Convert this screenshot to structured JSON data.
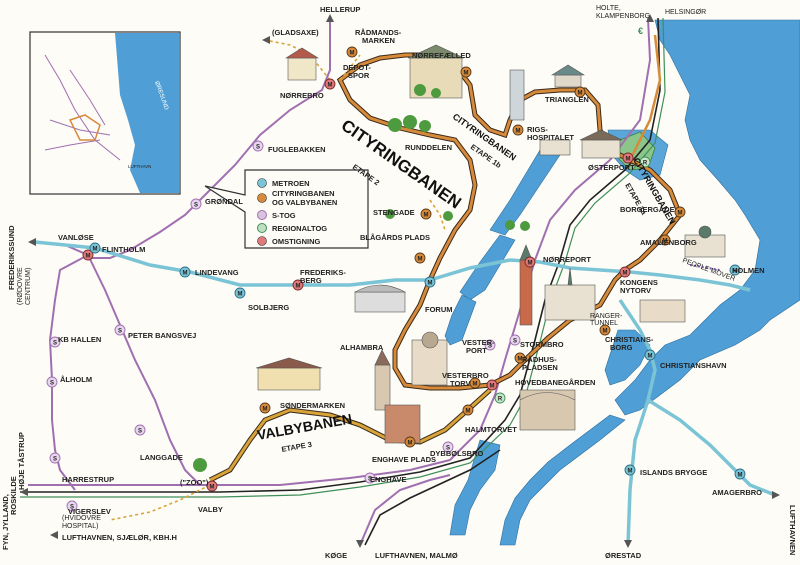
{
  "colors": {
    "water": "#4f9fd6",
    "metro": "#7bc4d6",
    "cityring": "#d68a3a",
    "valby": "#d8a339",
    "stog": "#a06fb0",
    "regional": "#3f8f5a",
    "omstigning": "#e07a7a",
    "land": "#fdfcf7",
    "green": "#4e9a3e"
  },
  "title_cityring": "CITYRINGBANEN",
  "cityring_etape2": "ETAPE 2",
  "cityring_etape1a": "ETAPE 1a",
  "cityring_etape1b": "ETAPE 1b",
  "cityring_nordhavn": "CITYRINGBANEN",
  "title_valby": "VALBYBANEN",
  "valby_etape": "ETAPE 3",
  "legend": {
    "items": [
      {
        "label": "METROEN",
        "icon": "metro-icon"
      },
      {
        "label": "CITYRINGBANEN",
        "icon": "cityring-icon"
      },
      {
        "label": "OG VALBYBANEN",
        "icon": ""
      },
      {
        "label": "S-TOG",
        "icon": "stog-icon"
      },
      {
        "label": "REGIONALTOG",
        "icon": "regional-icon"
      },
      {
        "label": "OMSTIGNING",
        "icon": "interchange-icon"
      }
    ]
  },
  "edges": {
    "hellerup": "HELLERUP",
    "holte": "HOLTE,",
    "klampenborg": "KLAMPENBORG",
    "helsingor": "HELSINGØR",
    "frederikssund": "FREDERIKSSUND",
    "rodovre": "(RØDOVRE",
    "rodovre2": "CENTRUM)",
    "fyn1": "FYN, JYLLAND,",
    "fyn2": "ROSKILDE",
    "hoje1": "HØJE TÅSTRUP",
    "lufthavnen_sjaelland": "LUFTHAVNEN, SJÆLØR, KBH.H",
    "koge": "KØGE",
    "lufthavnen_malmo": "LUFTHAVNEN, MALMØ",
    "orestad": "ØRESTAD",
    "lufthavnen": "LUFTHAVNEN",
    "gladsaxe": "(GLADSAXE)",
    "hvidovre": "(HVIDOVRE",
    "hvidovre2": "HOSPITAL)"
  },
  "stations": {
    "norrebro": "NØRREBRO",
    "radmandsmarken": "RÅDMANDS-",
    "radmandsmarken2": "MARKEN",
    "depotspor": "DEPOT-",
    "depotspor2": "SPOR",
    "norrefaelled": "NØRREFÆLLED",
    "trianglen": "TRIANGLEN",
    "rigshospitalet": "RIGS-",
    "rigshospitalet2": "HOSPITALET",
    "osterport": "ØSTERPORT",
    "fuglebakken": "FUGLEBAKKEN",
    "runddelen": "RUNDDELEN",
    "grondal": "GRØNDAL",
    "stengade": "STENGADE",
    "blagards": "BLÅGÅRDS PLADS",
    "borgergade": "BORGERGADE",
    "amalienborg": "AMALIENBORG",
    "vanlose": "VANLØSE",
    "flintholm": "FLINTHOLM",
    "lindevang": "LINDEVANG",
    "frederiksberg": "FREDERIKS-",
    "frederiksberg2": "BERG",
    "norreport": "NØRREPORT",
    "kongens": "KONGENS",
    "kongens2": "NYTORV",
    "holmen": "HOLMEN",
    "people_mover": "PEOPLE MOVER",
    "solbjerg": "SOLBJERG",
    "forum": "FORUM",
    "kb_hallen": "KB HALLEN",
    "peter": "PETER BANGSVEJ",
    "vesterport": "VESTER-",
    "vesterport2": "PORT",
    "ranger1": "RANGER-",
    "ranger2": "TUNNEL",
    "alhambra": "ALHAMBRA",
    "stormbro": "STORMBRO",
    "radhus": "RÅDHUS-",
    "radhus2": "PLADSEN",
    "christians": "CHRISTIANS-",
    "christians2": "BORG",
    "christianshavn": "CHRISTIANSHAVN",
    "alholm": "ÅLHOLM",
    "vesterbro": "VESTERBRO",
    "vesterbro2": "TORV",
    "sondermarken": "SØNDERMARKEN",
    "hovedbanegarden": "HOVEDBANEGÅRDEN",
    "halmtorvet": "HALMTORVET",
    "langgade": "LANGGADE",
    "enghave_plads": "ENGHAVE PLADS",
    "dybbolsbro": "DYBBØLSBRO",
    "harrestrup": "HARRESTRUP",
    "enghave": "ENGHAVE",
    "islands_brygge": "ISLANDS BRYGGE",
    "amagerbro": "AMAGERBRO",
    "vigerslev": "VIGERSLEV",
    "valby": "VALBY",
    "zoo": "(\"ZOO\")"
  },
  "inset": {
    "oresund": "ØRESUND",
    "lufthavn": "LUFTHAVN"
  },
  "station_letters": {
    "metro": "M",
    "stog": "S",
    "regional": "R"
  },
  "green_mark": "€"
}
